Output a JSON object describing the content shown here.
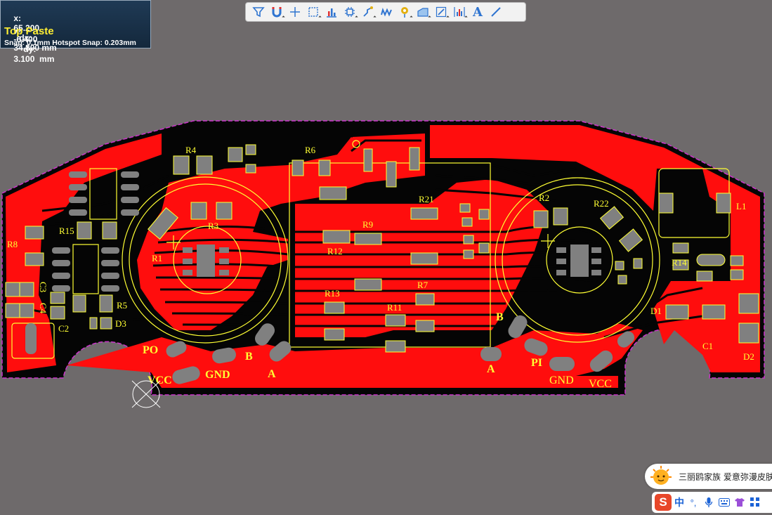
{
  "coordinate_panel": {
    "x_label": "x:",
    "x_value": "65.200",
    "dx_label": "dx:",
    "dx_value": "34.800 mm",
    "y_label": "y:",
    "y_value": "-6.400",
    "dy_label": "dy:",
    "dy_value": "3.100  mm",
    "current_layer": "Top Paste",
    "snap_info": "Snap: 0.1mm Hotspot Snap: 0.203mm"
  },
  "toolbar": {
    "tools": [
      {
        "name": "filter-icon"
      },
      {
        "name": "magnet-icon"
      },
      {
        "name": "crosshair-icon"
      },
      {
        "name": "select-rect-icon"
      },
      {
        "name": "bar-chart-icon"
      },
      {
        "name": "component-icon"
      },
      {
        "name": "route-icon"
      },
      {
        "name": "interactive-route-icon"
      },
      {
        "name": "via-icon"
      },
      {
        "name": "polygon-icon"
      },
      {
        "name": "line-edit-icon"
      },
      {
        "name": "dimension-icon"
      },
      {
        "name": "text-icon"
      },
      {
        "name": "line-icon"
      }
    ],
    "text_tool_glyph": "A",
    "colors": {
      "accent": "#2f74d0",
      "yellow": "#e3b012"
    }
  },
  "board": {
    "colors": {
      "copper": "#ff0d0d",
      "background": "#6e6a6b",
      "silkscreen": "#ffff33",
      "paste": "#808080",
      "outline": "#cc33cc",
      "board_black": "#050505"
    },
    "designators": [
      "R4",
      "R8",
      "R6",
      "R21",
      "R2",
      "R22",
      "L1",
      "R15",
      "R3",
      "R12",
      "R9",
      "R1",
      "R14",
      "R13",
      "R7",
      "R11",
      "R5",
      "D3",
      "C2",
      "C1",
      "D1",
      "D2",
      "C4",
      "C3"
    ],
    "net_labels": [
      "PO",
      "VCC",
      "GND",
      "B",
      "A",
      "A",
      "B",
      "PI",
      "GND",
      "VCC"
    ]
  },
  "ime": {
    "news_text": "三丽鸥家族 爱意弥漫皮肤",
    "mode_label": "中",
    "logo_letter": "S"
  }
}
